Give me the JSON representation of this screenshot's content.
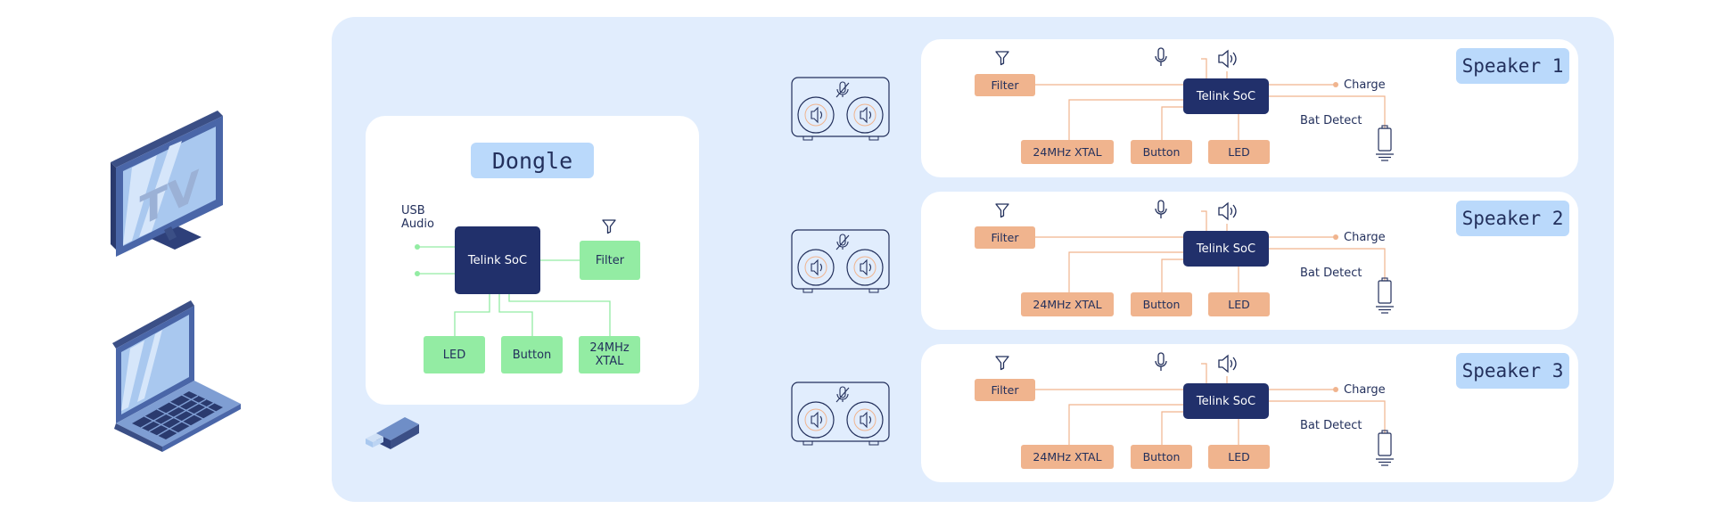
{
  "dongle": {
    "title": "Dongle",
    "usb_audio": [
      "USB",
      "Audio"
    ],
    "soc": "Telink SoC",
    "filter": "Filter",
    "led": "LED",
    "button": "Button",
    "xtal": [
      "24MHz",
      "XTAL"
    ]
  },
  "tv_label": "TV",
  "speakers": [
    {
      "title": "Speaker 1"
    },
    {
      "title": "Speaker 2"
    },
    {
      "title": "Speaker 3"
    }
  ],
  "speaker_common": {
    "filter": "Filter",
    "soc": "Telink SoC",
    "charge": "Charge",
    "bat_detect": "Bat Detect",
    "xtal": "24MHz XTAL",
    "button": "Button",
    "led": "LED"
  },
  "colors": {
    "panel": "#e1edfd",
    "dark_navy": "#21306b",
    "dongle_green": "#93eca3",
    "speaker_orange": "#f0b48e",
    "title_tag": "#bad9fb"
  }
}
